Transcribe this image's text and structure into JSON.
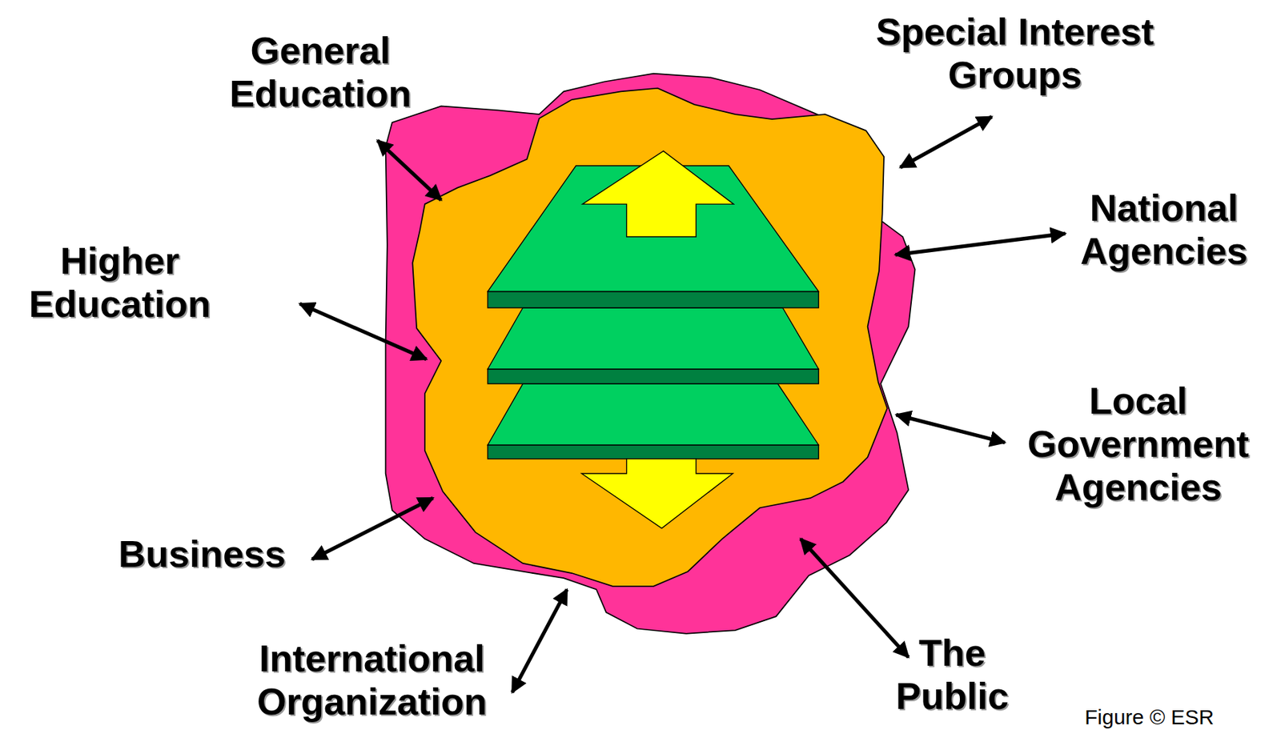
{
  "diagram": {
    "labels": [
      "General Education",
      "Special Interest Groups",
      "Higher Education",
      "National Agencies",
      "Local Government Agencies",
      "Business",
      "International Organization",
      "The Public",
      "Figure © ESR"
    ]
  }
}
